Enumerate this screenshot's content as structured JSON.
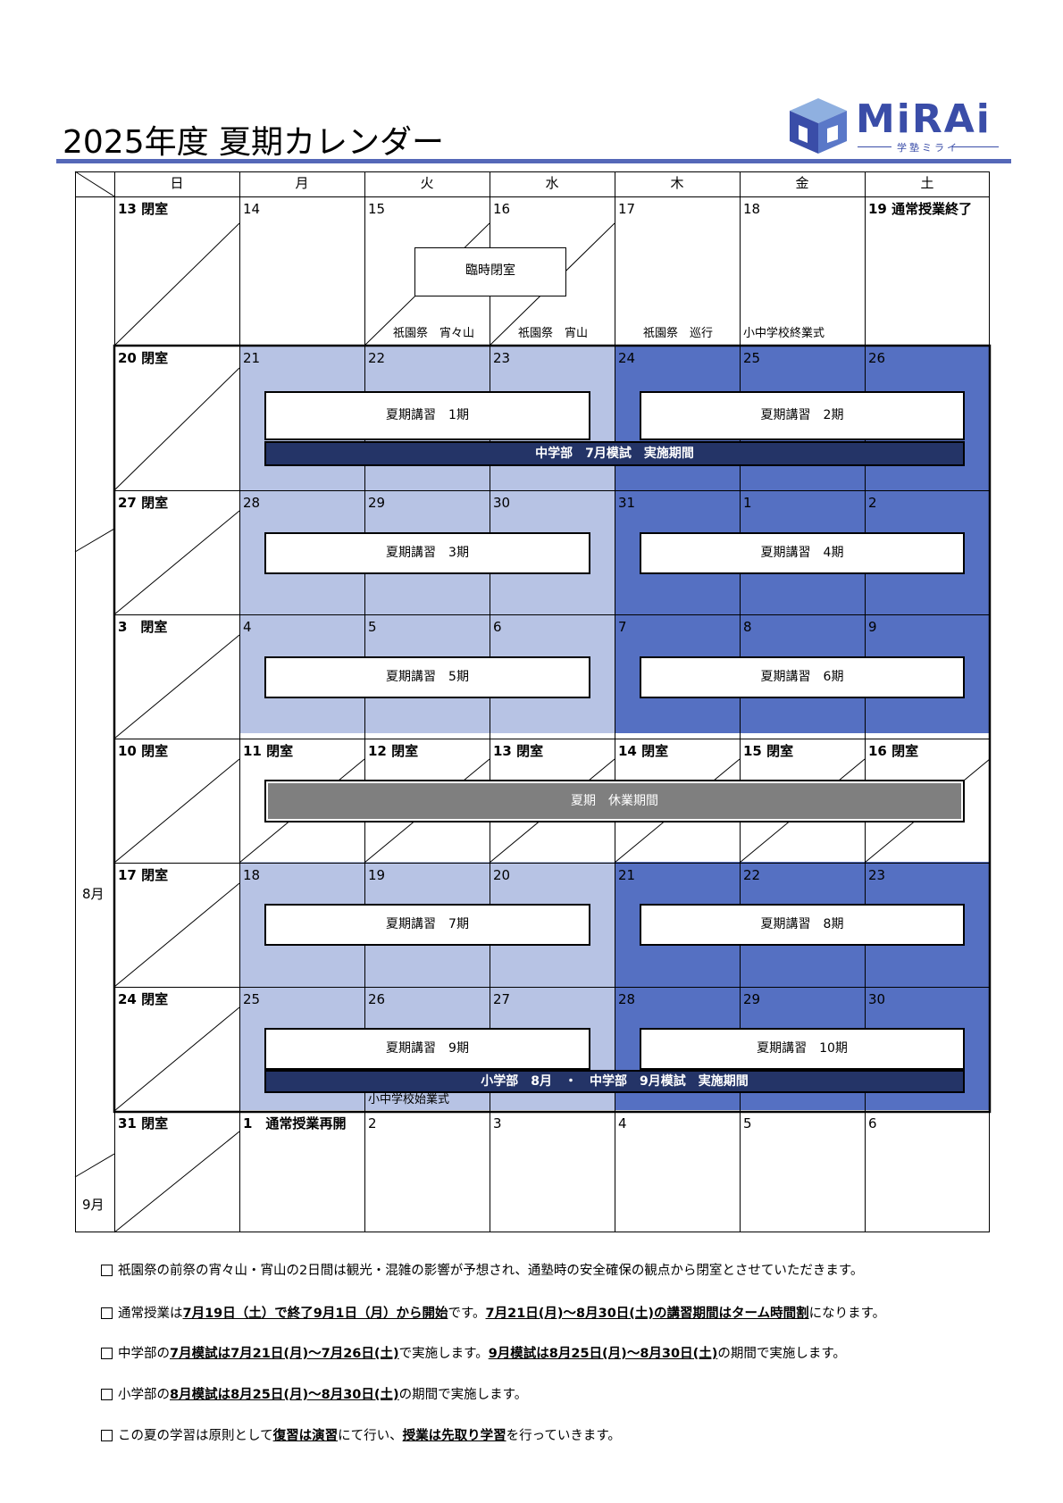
{
  "title": "2025年度 夏期カレンダー",
  "logo": {
    "text": "MiRAi",
    "sub": "学塾ミライ"
  },
  "weekdays": [
    "日",
    "月",
    "火",
    "水",
    "木",
    "金",
    "土"
  ],
  "months": {
    "aug": "8月",
    "sep": "9月"
  },
  "weeks": [
    [
      "13 閉室",
      "14",
      "15",
      "16",
      "17",
      "18",
      "19 通常授業終了"
    ],
    [
      "20 閉室",
      "21",
      "22",
      "23",
      "24",
      "25",
      "26"
    ],
    [
      "27 閉室",
      "28",
      "29",
      "30",
      "31",
      "1",
      "2"
    ],
    [
      "3　閉室",
      "4",
      "5",
      "6",
      "7",
      "8",
      "9"
    ],
    [
      "10 閉室",
      "11 閉室",
      "12 閉室",
      "13 閉室",
      "14 閉室",
      "15 閉室",
      "16 閉室"
    ],
    [
      "17 閉室",
      "18",
      "19",
      "20",
      "21",
      "22",
      "23"
    ],
    [
      "24 閉室",
      "25",
      "26",
      "27",
      "28",
      "29",
      "30"
    ],
    [
      "31 閉室",
      "1　通常授業再開",
      "2",
      "3",
      "4",
      "5",
      "6"
    ]
  ],
  "cell_notes": {
    "w0_tue": "祇園祭　宵々山",
    "w0_wed": "祇園祭　宵山",
    "w0_thu": "祇園祭　巡行",
    "w0_fri": "小中学校終業式",
    "w6_tue": "小中学校始業式"
  },
  "events": {
    "rinji": "臨時閉室",
    "k1": "夏期講習　1期",
    "k2": "夏期講習　2期",
    "k3": "夏期講習　3期",
    "k4": "夏期講習　4期",
    "k5": "夏期講習　5期",
    "k6": "夏期講習　6期",
    "kyugyo": "夏期　休業期間",
    "k7": "夏期講習　7期",
    "k8": "夏期講習　8期",
    "k9": "夏期講習　9期",
    "k10": "夏期講習　10期",
    "band_july": "中学部　7月模試　実施期間",
    "band_aug": "小学部　8月　・　中学部　9月模試　実施期間"
  },
  "footnotes": [
    [
      {
        "t": "祇園祭の前祭の宵々山・宵山の2日間は観光・混雑の影響が予想され、通塾時の安全確保の観点から閉室とさせていただきます。",
        "b": false
      }
    ],
    [
      {
        "t": "通常授業は",
        "b": false
      },
      {
        "t": "7月19日（土）で終了9月1日（月）から開始",
        "b": true
      },
      {
        "t": "です。",
        "b": false
      },
      {
        "t": "7月21日(月)～8月30日(土)の講習期間はターム時間割",
        "b": true
      },
      {
        "t": "になります。",
        "b": false
      }
    ],
    [
      {
        "t": "中学部の",
        "b": false
      },
      {
        "t": "7月模試は7月21日(月)～7月26日(土)",
        "b": true
      },
      {
        "t": "で実施します。",
        "b": false
      },
      {
        "t": "9月模試は8月25日(月)～8月30日(土)",
        "b": true
      },
      {
        "t": "の期間で実施します。",
        "b": false
      }
    ],
    [
      {
        "t": "小学部の",
        "b": false
      },
      {
        "t": "8月模試は8月25日(月)～8月30日(土)",
        "b": true
      },
      {
        "t": "の期間で実施します。",
        "b": false
      }
    ],
    [
      {
        "t": "この夏の学習は原則として",
        "b": false
      },
      {
        "t": "復習は演習",
        "b": true
      },
      {
        "t": "にて行い、",
        "b": false
      },
      {
        "t": "授業は先取り学習",
        "b": true
      },
      {
        "t": "を行っていきます。",
        "b": false
      }
    ]
  ],
  "colors": {
    "light": "#b7c3e4",
    "dark": "#5570c2",
    "band": "#243467",
    "gray": "#7f7f7f",
    "accent": "#5568b8"
  }
}
